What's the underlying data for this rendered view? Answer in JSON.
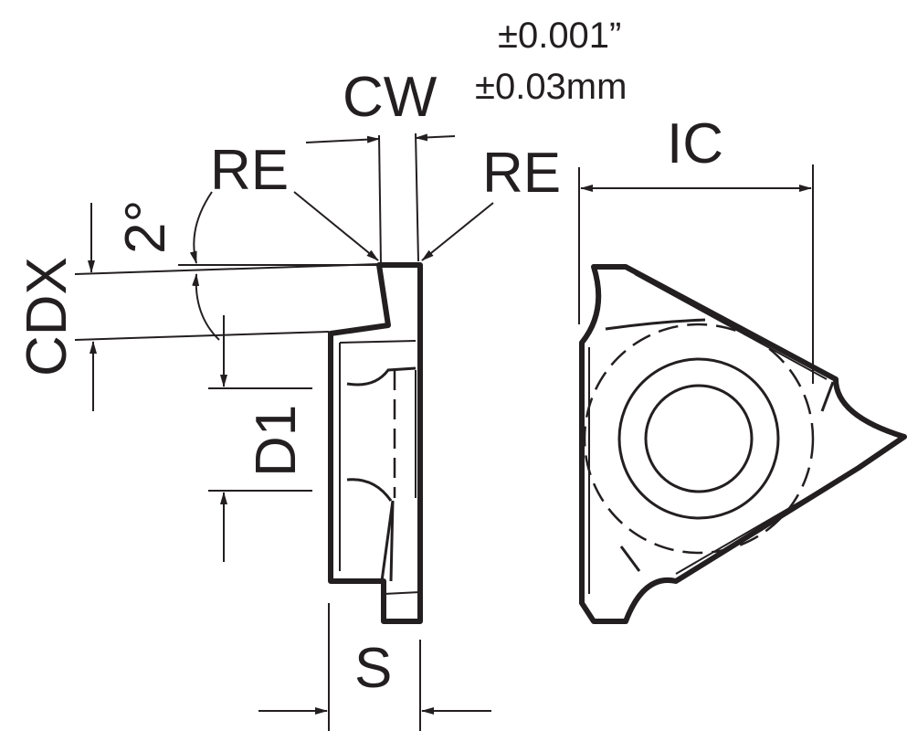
{
  "title": "Threading insert dimension drawing",
  "labels": {
    "tolerance_inch": "±0.001”",
    "tolerance_mm": "±0.03mm",
    "cw": "CW",
    "re_left": "RE",
    "re_right": "RE",
    "ic": "IC",
    "cdx": "CDX",
    "angle": "2°",
    "d1": "D1",
    "s": "S"
  },
  "colors": {
    "line": "#231f20",
    "background": "#ffffff"
  }
}
